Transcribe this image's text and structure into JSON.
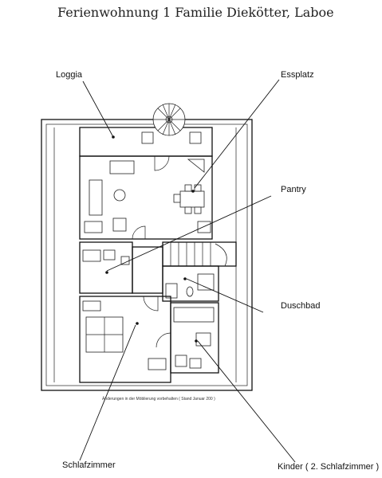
{
  "title": "Ferienwohnung 1 Familie Diekötter, Laboe",
  "labels": {
    "loggia": "Loggia",
    "essplatz": "Essplatz",
    "pantry": "Pantry",
    "duschbad": "Duschbad",
    "schlafzimmer": "Schlafzimmer",
    "kinder": "Kinder ( 2. Schlafzimmer )"
  },
  "note": "Änderungen in der Möblierung vorbehalten ( Stand Januar 200 )"
}
